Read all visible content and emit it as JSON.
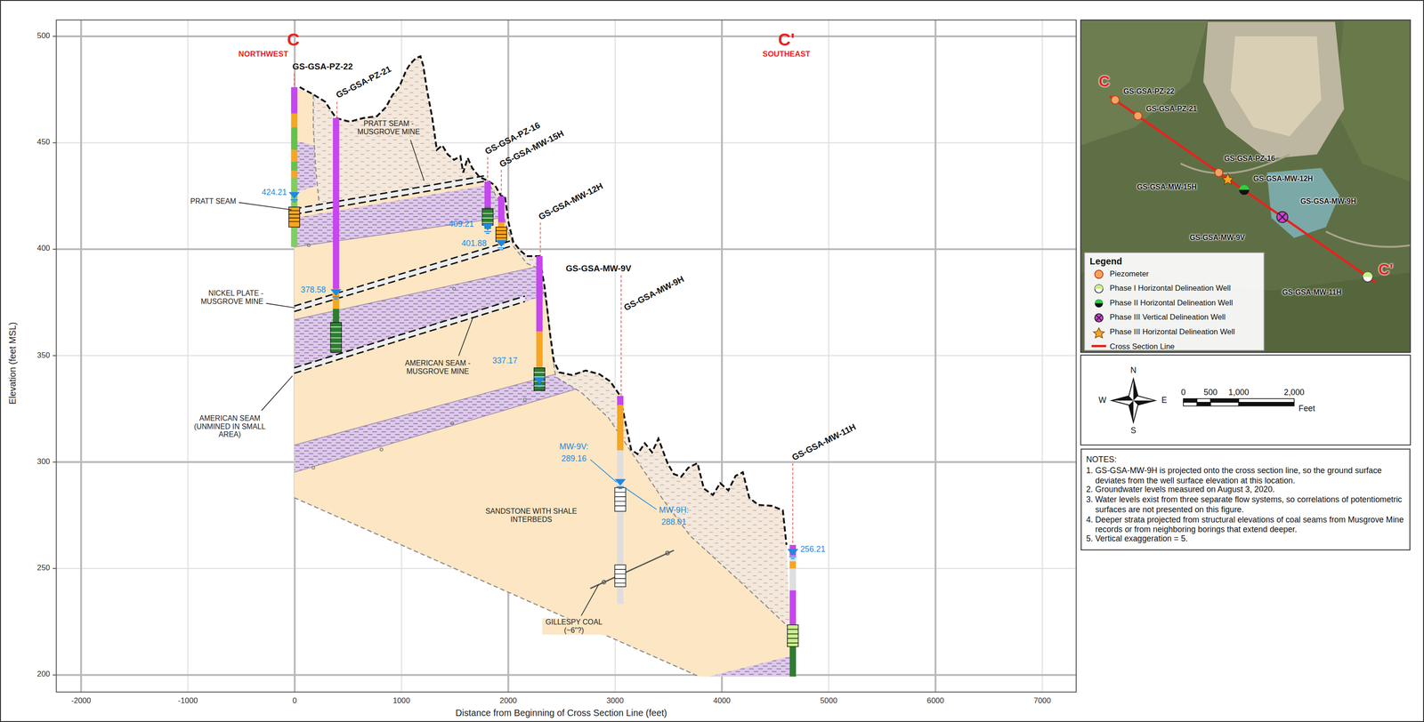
{
  "diagram": {
    "nodes": [
      {
        "text": [
          "NOTES:",
          "1. GS-GSA-MW-9H is projected onto the cross section line, so the ground surface deviates from the well surface elevation at this location.",
          "2. Groundwater levels measured on August 3, 2020.",
          "3. Water levels exist from three separate flow systems, so correlations of potentiometric surfaces are not presented on this figure.",
          "4. Deeper strata projected from structural elevations of coal seams from Musgrove Mine records or from neighboring borings that extend deeper.",
          "5. Vertical exaggeration = 5."
        ]
      }
    ],
    "labels": [
      "Elevation (feet MSL)",
      "500",
      "450",
      "400",
      "350",
      "300",
      "250",
      "200",
      "-2000",
      "-1000",
      "0",
      "1000",
      "2000",
      "3000",
      "4000",
      "5000",
      "6000",
      "7000",
      "Distance from Beginning of Cross Section Line (feet)",
      "C",
      "NORTHWEST",
      "C'",
      "SOUTHEAST",
      "GS-GSA-PZ-22",
      "GS-GSA-PZ-21",
      "GS-GSA-PZ-16",
      "GS-GSA-MW-15H",
      "GS-GSA-MW-12H",
      "GS-GSA-MW-9V",
      "GS-GSA-MW-9H",
      "GS-GSA-MW-11H",
      "424.21",
      "378.58",
      "409.21",
      "401.88",
      "337.17",
      "MW-9V:",
      "289.16",
      "MW-9H:",
      "288.01",
      "256.21",
      "PRATT SEAM",
      "PRATT SEAM - MUSGROVE MINE",
      "NICKEL PLATE - MUSGROVE MINE",
      "AMERICAN SEAM - MUSGROVE MINE",
      "AMERICAN SEAM (UNMINED IN SMALL AREA)",
      "SANDSTONE WITH SHALE INTERBEDS",
      "GILLESPY COAL (~6\"?)",
      "C",
      "GS-GSA-PZ-22",
      "GS-GSA-PZ-21",
      "GS-GSA-PZ-16",
      "GS-GSA-MW-15H",
      "GS-GSA-MW-12H",
      "GS-GSA-MW-9H",
      "GS-GSA-MW-9V",
      "C'",
      "GS-GSA-MW-11H",
      "Legend",
      "N",
      "S",
      "W",
      "E",
      "0",
      "500",
      "1,000",
      "2,000",
      "Feet"
    ],
    "legend": [
      {
        "text": "Piezometer"
      },
      {
        "text": "Phase I Horizontal Delineation Well"
      },
      {
        "text": "Phase II Horizontal Delineation Well"
      },
      {
        "text": "Phase III Vertical Delineation Well"
      },
      {
        "text": "Phase III Horizontal Delineation Well"
      },
      {
        "text": "Cross Section Line"
      }
    ]
  }
}
